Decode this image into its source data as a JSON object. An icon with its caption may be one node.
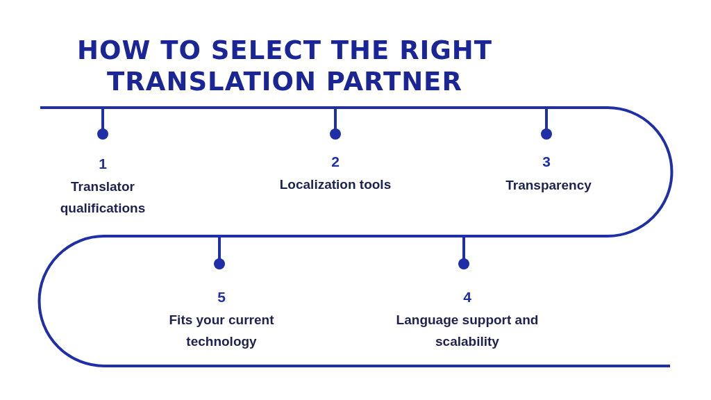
{
  "diagram": {
    "title": "HOW TO SELECT THE RIGHT TRANSLATION PARTNER",
    "labels": [
      "1",
      "Translator qualifications",
      "2",
      "Localization tools",
      "3",
      "Transparency",
      "5",
      "Fits your current technology",
      "4",
      "Language support and scalability"
    ]
  }
}
